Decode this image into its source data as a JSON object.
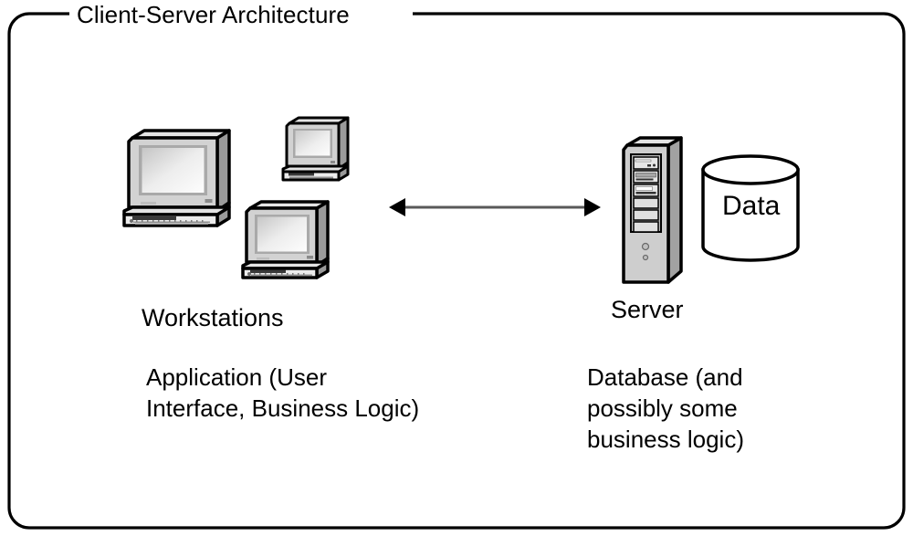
{
  "diagram": {
    "title": "Client-Server Architecture",
    "type": "architecture-diagram",
    "background_color": "#ffffff",
    "border_color": "#000000"
  },
  "left_group": {
    "heading": "Workstations",
    "description_lines": [
      "Application (User",
      "Interface, Business Logic)"
    ],
    "icon_count": 3,
    "icon_name": "workstation-computer-icon"
  },
  "right_group": {
    "heading": "Server",
    "description_lines": [
      "Database (and",
      "possibly some",
      "business logic)"
    ],
    "server_icon_name": "server-tower-icon",
    "database_label": "Data",
    "database_icon_name": "database-cylinder-icon"
  },
  "connector": {
    "name": "bidirectional-arrow",
    "direction": "both",
    "color": "#595959"
  },
  "palette": {
    "outline": "#000000",
    "case_front": "#d2d2d2",
    "case_top": "#e4e4e4",
    "case_side": "#9a9a9a",
    "screen_light": "#fdfdfd",
    "screen_dark": "#c9c9c9",
    "bezel": "#a9a9a9",
    "keyboard": "#ececec",
    "database_fill": "#ffffff"
  }
}
